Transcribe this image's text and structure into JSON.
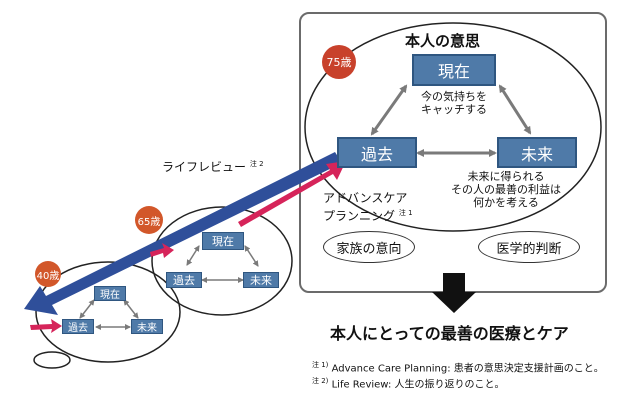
{
  "main": {
    "title": "本人の意思",
    "age_badge": "75歳",
    "present": "現在",
    "present_caption_1": "今の気持ちを",
    "present_caption_2": "キャッチする",
    "past": "過去",
    "future": "未来",
    "future_caption_1": "未来に得られる",
    "future_caption_2": "その人の最善の利益は",
    "future_caption_3": "何かを考える",
    "family": "家族の意向",
    "medical": "医学的判断"
  },
  "middle": {
    "age_badge": "65歳",
    "present": "現在",
    "past": "過去",
    "future": "未来"
  },
  "small": {
    "age_badge": "40歳",
    "present": "現在",
    "past": "過去",
    "future": "未来"
  },
  "labels": {
    "life_review": "ライフレビュー",
    "life_review_note": "注 2",
    "acp_line1": "アドバンスケア",
    "acp_line2": "プランニング",
    "acp_note": "注 1"
  },
  "result": "本人にとっての最善の医療とケア",
  "notes": [
    {
      "mark": "注 1)",
      "text": "Advance Care Planning: 患者の意思決定支援計画のこと。"
    },
    {
      "mark": "注 2)",
      "text": "Life Review: 人生の振り返りのこと。"
    }
  ],
  "colors": {
    "box_fill": "#4f7aa8",
    "box_border": "#2f5680",
    "life_review_arrow": "#2f4f9a",
    "acp_arrow": "#d6245a",
    "badge": "#c8412b"
  }
}
